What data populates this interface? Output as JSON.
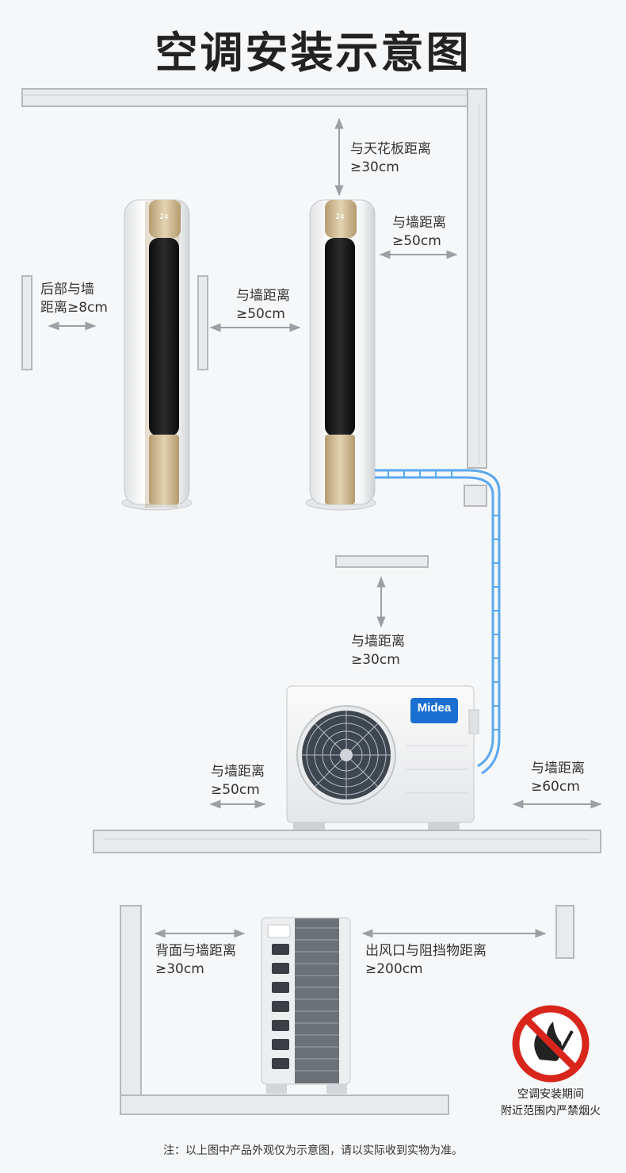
{
  "title": "空调安装示意图",
  "labels": {
    "ceiling_line1": "与天花板距离",
    "ceiling_line2": "≥30cm",
    "right_wall_line1": "与墙距离",
    "right_wall_line2": "≥50cm",
    "back_line1": "后部与墙",
    "back_line2": "距离≥8cm",
    "side_wall_line1": "与墙距离",
    "side_wall_line2": "≥50cm",
    "outdoor_top_line1": "与墙距离",
    "outdoor_top_line2": "≥30cm",
    "outdoor_left_line1": "与墙距离",
    "outdoor_left_line2": "≥50cm",
    "outdoor_right_line1": "与墙距离",
    "outdoor_right_line2": "≥60cm",
    "rear_line1": "背面与墙距离",
    "rear_line2": "≥30cm",
    "outlet_line1": "出风口与阻挡物距离",
    "outlet_line2": "≥200cm"
  },
  "brand": "Midea",
  "warning_line1": "空调安装期间",
  "warning_line2": "附近范围内严禁烟火",
  "note": "注：以上图中产品外观仅为示意图，请以实际收到实物为准。",
  "colors": {
    "pipe": "#5aa8f0",
    "brand_blue": "#1a6fd1",
    "prohibit_red": "#d8261c",
    "gold": "#c9b38a"
  }
}
